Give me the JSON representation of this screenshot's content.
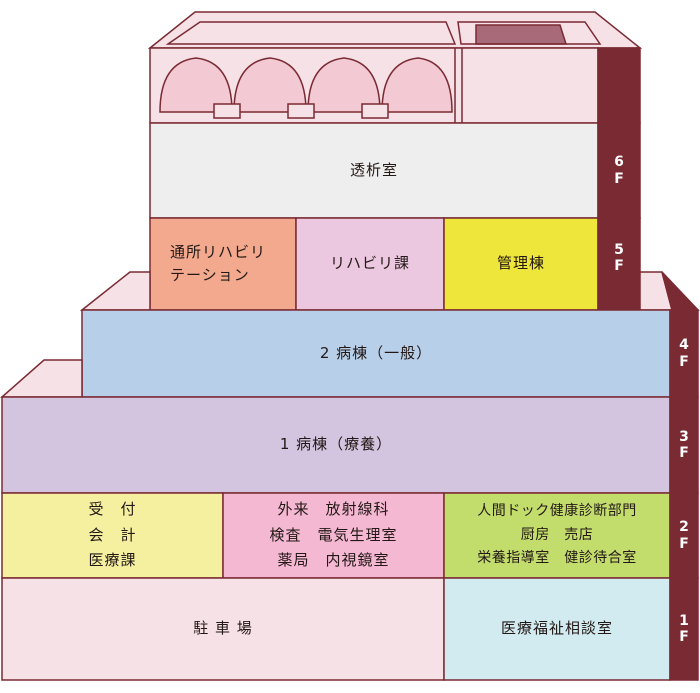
{
  "floors": {
    "f6": [
      "6",
      "F"
    ],
    "f5": [
      "5",
      "F"
    ],
    "f4": [
      "4",
      "F"
    ],
    "f3": [
      "3",
      "F"
    ],
    "f2": [
      "2",
      "F"
    ],
    "f1": [
      "1",
      "F"
    ]
  },
  "rooms": {
    "dialysis": "透析室",
    "outpatient_rehab": [
      "通所リハビリ",
      "テーション"
    ],
    "rehab_dept": "リハビリ課",
    "admin_wing": "管理棟",
    "ward2": "2 病棟（一般）",
    "ward1": "1 病棟（療養）",
    "reception": [
      "受　付",
      "会　計",
      "医療課"
    ],
    "outpatient_radiology": [
      "外来　放射線科",
      "検査　電気生理室",
      "薬局　内視鏡室"
    ],
    "checkup": [
      "人間ドック健康診断部門",
      "厨房　売店",
      "栄養指導室　健診待合室"
    ],
    "parking": "駐 車 場",
    "welfare_consult": "医療福祉相談室"
  },
  "colors": {
    "outline": "#7a2a32",
    "side": "#7a2a32",
    "roof": "#f6e1e6",
    "roof_window": "#f3c9d3",
    "roof_panel": "#a86a78",
    "dialysis": "#eeeeee",
    "outpatient_rehab": "#f2a98e",
    "rehab_dept": "#ecc8e0",
    "admin_wing": "#eee63a",
    "ward2": "#b8cfe9",
    "ward1": "#d3c4df",
    "reception": "#f4f0a0",
    "outpatient_radiology": "#f4b8d3",
    "checkup": "#c3dd6d",
    "parking": "#f6e1e6",
    "welfare_consult": "#d2ebf0",
    "terrace": "#f6e1e6"
  }
}
